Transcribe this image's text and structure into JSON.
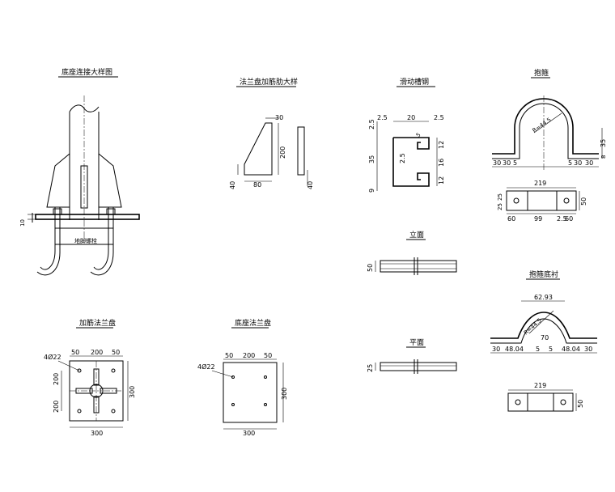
{
  "titles": {
    "base_detail": "底座连接大样图",
    "flange_rib": "法兰盘加筋肋大样",
    "channel_steel": "滑动槽钢",
    "hoop": "抱箍",
    "elevation": "立面",
    "plan": "平面",
    "hoop_liner": "抱箍底衬",
    "ribbed_flange": "加筋法兰盘",
    "base_flange": "底座法兰盘"
  },
  "base_detail": {
    "anchor_label": "地脚螺栓",
    "dim_10": "10"
  },
  "flange_rib": {
    "d30": "30",
    "d200": "200",
    "d40_left": "40",
    "d80": "80",
    "d40_right": "40"
  },
  "channel_steel": {
    "d2_5_top_left": "2.5",
    "d20": "20",
    "d2_5_top_right": "2.5",
    "d2_5_left": "2.5",
    "d35": "35",
    "d9": "9",
    "d2_5_inner": "2.5",
    "d5": "5",
    "d12_top": "12",
    "d16": "16",
    "d12_bottom": "12"
  },
  "hoop": {
    "radius": "R=44.5",
    "d35": "35",
    "d8": "8",
    "left_dims": [
      "30",
      "30",
      "5"
    ],
    "right_dims": [
      "5",
      "30",
      "30"
    ],
    "d219": "219",
    "d50": "50",
    "d25_a": "25",
    "d25_b": "25",
    "d60_a": "60",
    "d99": "99",
    "d2_5": "2.5",
    "d60_b": "60"
  },
  "elevation": {
    "d50": "50"
  },
  "plan": {
    "d25": "25"
  },
  "hoop_liner": {
    "d62_93": "62.93",
    "radius": "R=44.5",
    "d70": "70",
    "bottom_dims": [
      "30",
      "48.04",
      "5",
      "5",
      "48.04",
      "30"
    ],
    "d219": "219",
    "d50": "50"
  },
  "ribbed_flange": {
    "bolt_label": "4Ø22",
    "top_dims": [
      "50",
      "200",
      "50"
    ],
    "d200_a": "200",
    "d200_b": "200",
    "d300_right": "300",
    "d300_bottom": "300"
  },
  "base_flange": {
    "bolt_label": "4Ø22",
    "top_dims": [
      "50",
      "200",
      "50"
    ],
    "d300_right": "300",
    "d300_bottom": "300"
  }
}
